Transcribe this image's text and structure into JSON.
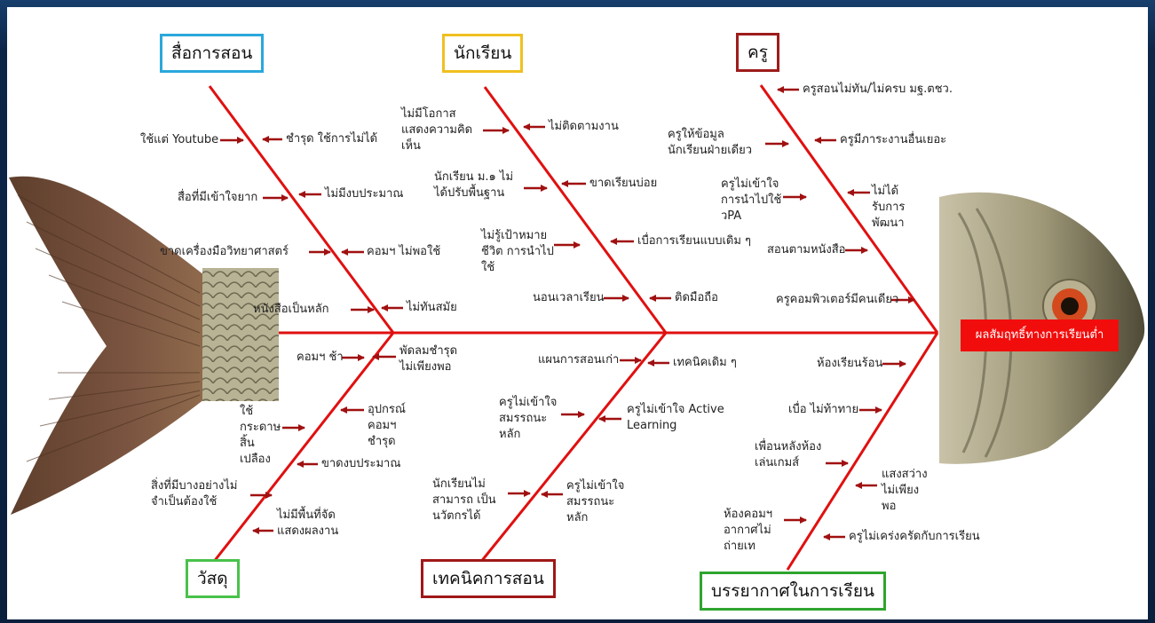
{
  "effect": "ผลสัมฤทธิ์ทางการเรียนต่ำ",
  "colors": {
    "spine": "#e01010",
    "arrow": "#a01010",
    "effect_bg": "#f20d0d",
    "media": "#2aa8dc",
    "student": "#f0c020",
    "teacher": "#9e1c1c",
    "material": "#49c24a",
    "technique": "#a01818",
    "environment": "#2fa52f"
  },
  "categories": {
    "media": {
      "title": "สื่อการสอน",
      "causes": [
        "ใช้แต่ Youtube",
        "ชำรุด ใช้การไม่ได้",
        "สื่อที่มีเข้าใจยาก",
        "ไม่มีงบประมาณ",
        "ขาดเครื่องมือวิทยาศาสตร์",
        "คอมฯ ไม่พอใช้",
        "หนังสือเป็นหลัก",
        "ไม่ทันสมัย"
      ]
    },
    "student": {
      "title": "นักเรียน",
      "causes": [
        "ไม่มีโอกาสแสดงความคิดเห็น",
        "ไม่ติดตามงาน",
        "นักเรียน ม.๑ ไม่ได้ปรับพื้นฐาน",
        "ขาดเรียนบ่อย",
        "ไม่รู้เป้าหมายชีวิต การนำไปใช้",
        "เบื่อการเรียนแบบเดิม ๆ",
        "นอนเวลาเรียน",
        "ติดมือถือ"
      ]
    },
    "teacher": {
      "title": "ครู",
      "causes": [
        "ครูสอนไม่ทัน/ไม่ครบ มฐ.ตชว.",
        "ครูให้ข้อมูลนักเรียนฝ่ายเดียว",
        "ครูมีภาระงานอื่นเยอะ",
        "ครูไม่เข้าใจการนำไปใช้ วPA",
        "ไม่ได้รับการพัฒนา",
        "สอนตามหนังสือ",
        "ครูคอมพิวเตอร์มีคนเดียว"
      ]
    },
    "material": {
      "title": "วัสดุ",
      "causes": [
        "คอมฯ ช้า",
        "พัดลมชำรุด ไม่เพียงพอ",
        "ใช้กระดาษ สิ้นเปลือง",
        "อุปกรณ์คอมฯ ชำรุด",
        "ขาดงบประมาณ",
        "สิ่งที่มีบางอย่างไม่จำเป็นต้องใช้",
        "ไม่มีพื้นที่จัดแสดงผลงาน"
      ]
    },
    "technique": {
      "title": "เทคนิคการสอน",
      "causes": [
        "แผนการสอนเก่า",
        "เทคนิคเดิม ๆ",
        "ครูไม่เข้าใจ สมรรถนะหลัก",
        "ครูไม่เข้าใจ Active Learning",
        "นักเรียนไม่สามารถ เป็นนวัตกรได้",
        "ครูไม่เข้าใจ สมรรถนะหลัก"
      ]
    },
    "environment": {
      "title": "บรรยากาศในการเรียน",
      "causes": [
        "ห้องเรียนร้อน",
        "เบื่อ ไม่ท้าทาย",
        "เพื่อนหลังห้อง เล่นเกมส์",
        "แสงสว่าง ไม่เพียงพอ",
        "ห้องคอมฯ อากาศไม่ถ่ายเท",
        "ครูไม่เคร่งครัดกับการเรียน"
      ]
    }
  }
}
